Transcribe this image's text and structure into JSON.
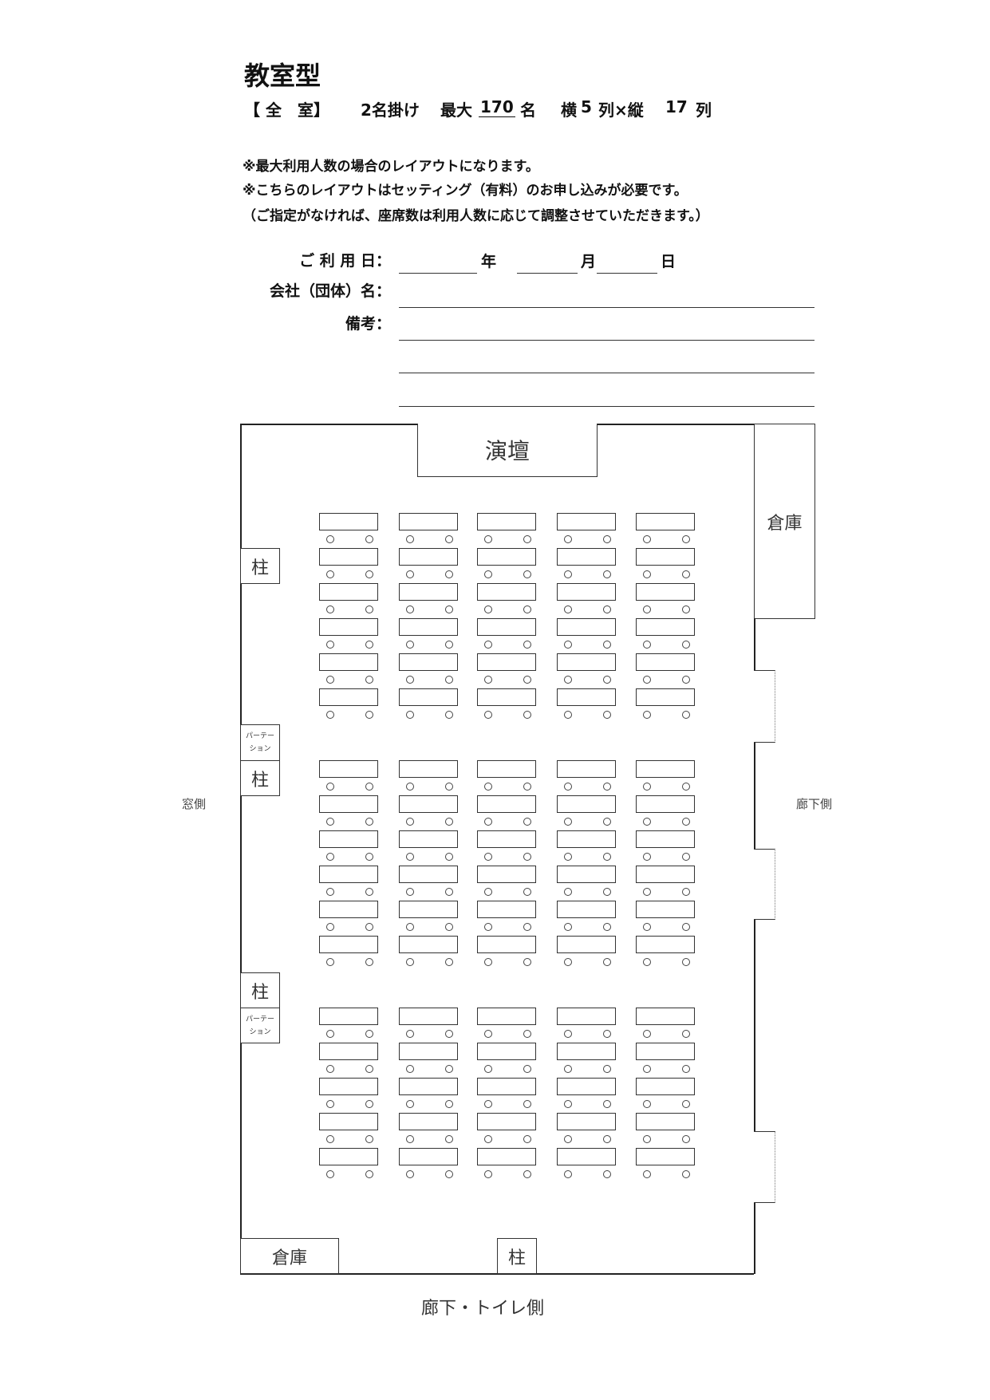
{
  "header": {
    "title": "教室型",
    "room": "【 全　室】",
    "seating": "2名掛け",
    "max_label": "最大",
    "max_value": "170",
    "max_unit": "名",
    "cols_label": "横",
    "cols_value": "5",
    "cols_unit": "列×縦",
    "rows_value": "17",
    "rows_unit": "列"
  },
  "notes": [
    "※最大利用人数の場合のレイアウトになります。",
    "※こちらのレイアウトはセッティング（有料）のお申し込みが必要です。",
    "（ご指定がなければ、座席数は利用人数に応じて調整させていただきます。）"
  ],
  "form": {
    "date_label": "ご 利 用 日：",
    "year": "年",
    "month": "月",
    "day": "日",
    "company_label": "会社（団体）名：",
    "remarks_label": "備考："
  },
  "floor": {
    "podium": "演壇",
    "storage_right": "倉庫",
    "storage_bottom": "倉庫",
    "pillar": "柱",
    "partition_1": "パーテー",
    "partition_2": "ション",
    "window_side": "窓側",
    "corridor_side": "廊下側",
    "bottom_side": "廊下・トイレ側"
  },
  "layout": {
    "columns": 5,
    "rows_per_block": [
      6,
      6,
      5
    ],
    "chairs_per_table": 2
  }
}
